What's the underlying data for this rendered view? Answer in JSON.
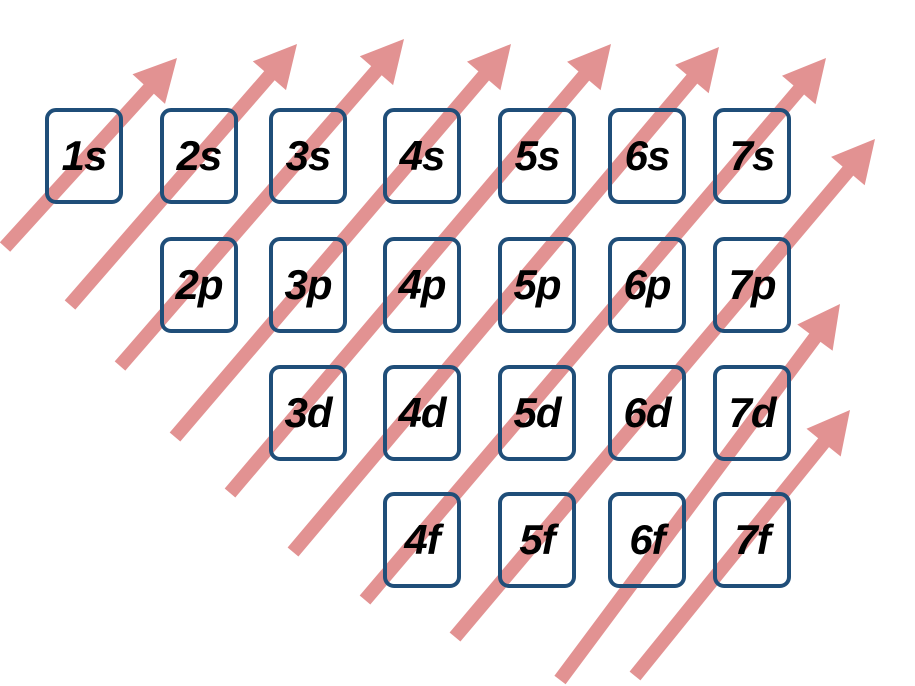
{
  "title": "Aufbau diagram of orbital filling order",
  "rows": [
    [
      "1s",
      "2s",
      "3s",
      "4s",
      "5s",
      "6s",
      "7s"
    ],
    [
      "2p",
      "3p",
      "4p",
      "5p",
      "6p",
      "7p"
    ],
    [
      "3d",
      "4d",
      "5d",
      "6d",
      "7d"
    ],
    [
      "4f",
      "5f",
      "6f",
      "7f"
    ]
  ],
  "colors": {
    "box_border": "#1f4e79",
    "arrow": "#d66464",
    "text": "#000000"
  }
}
